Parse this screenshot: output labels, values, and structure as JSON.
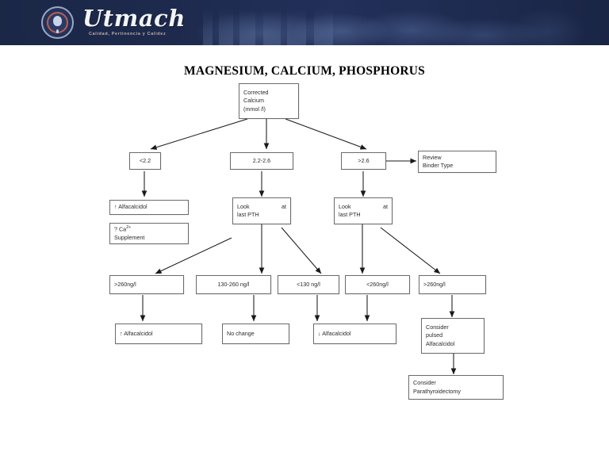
{
  "banner": {
    "institution": "Utmach",
    "tagline": "Calidad, Pertinencia y Calidez",
    "seal_name": "university-seal",
    "bg_color": "#1d2a4d",
    "text_color": "#f2f4f8"
  },
  "title": "MAGNESIUM, CALCIUM, PHOSPHORUS",
  "flowchart": {
    "type": "clinical-decision-tree",
    "nodes": [
      {
        "id": "root",
        "label": "Corrected\nCalcium\n(mmol /l)"
      },
      {
        "id": "low",
        "label": "<2.2"
      },
      {
        "id": "mid",
        "label": "2.2-2.6"
      },
      {
        "id": "high",
        "label": ">2.6"
      },
      {
        "id": "binder",
        "label": "Review\nBinder Type"
      },
      {
        "id": "alfa-up-1",
        "label": "↑  Alfacalcidol"
      },
      {
        "id": "ca-supp",
        "label": "? Ca2+\nSupplement"
      },
      {
        "id": "pth-mid",
        "label": "Look       at\nlast PTH"
      },
      {
        "id": "pth-high",
        "label": "Look       at\nlast PTH"
      },
      {
        "id": "pth-1",
        "label": ">260ng/l"
      },
      {
        "id": "pth-2",
        "label": "130-260  ng/l"
      },
      {
        "id": "pth-3",
        "label": "<130  ng/l"
      },
      {
        "id": "pth-4",
        "label": "<260ng/l"
      },
      {
        "id": "pth-5",
        "label": ">260ng/l"
      },
      {
        "id": "act-1",
        "label": "↑  Alfacalcidol"
      },
      {
        "id": "act-2",
        "label": "No change"
      },
      {
        "id": "act-3",
        "label": "↓  Alfacalcidol"
      },
      {
        "id": "act-4",
        "label": "Consider\npulsed\nAlfacalcidol"
      },
      {
        "id": "act-5",
        "label": "Consider\nParathyroidectomy"
      }
    ],
    "ca_supplement": {
      "prefix": "? Ca",
      "charge": "2+",
      "suffix": "Supplement"
    },
    "pth_label_parts": {
      "word1": "Look",
      "word2": "at",
      "line2": "last PTH"
    },
    "edges": [
      {
        "from": "root",
        "to": "low"
      },
      {
        "from": "root",
        "to": "mid"
      },
      {
        "from": "root",
        "to": "high"
      },
      {
        "from": "high",
        "to": "binder"
      },
      {
        "from": "low",
        "to": "alfa-up-1"
      },
      {
        "from": "mid",
        "to": "pth-mid"
      },
      {
        "from": "high",
        "to": "pth-high"
      },
      {
        "from": "ca-supp",
        "to": "pth-1"
      },
      {
        "from": "pth-mid",
        "to": "pth-1"
      },
      {
        "from": "pth-mid",
        "to": "pth-2"
      },
      {
        "from": "pth-mid",
        "to": "pth-3"
      },
      {
        "from": "pth-high",
        "to": "pth-4"
      },
      {
        "from": "pth-high",
        "to": "pth-5"
      },
      {
        "from": "pth-1",
        "to": "act-1"
      },
      {
        "from": "pth-2",
        "to": "act-2"
      },
      {
        "from": "pth-3",
        "to": "act-3"
      },
      {
        "from": "pth-4",
        "to": "act-3"
      },
      {
        "from": "pth-5",
        "to": "act-4"
      },
      {
        "from": "act-4",
        "to": "act-5"
      }
    ]
  }
}
